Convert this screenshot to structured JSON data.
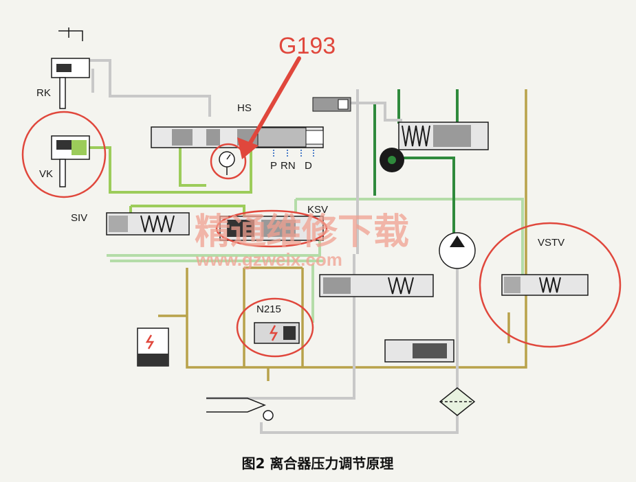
{
  "callout": {
    "label": "G193",
    "color": "#e0473c"
  },
  "labels": {
    "rk": "RK",
    "hs": "HS",
    "vk": "VK",
    "p": "P",
    "rn": "RN",
    "d": "D",
    "siv": "SIV",
    "ksv": "KSV",
    "vstv": "VSTV",
    "n215": "N215"
  },
  "watermark": {
    "text": "精通维修下载",
    "url": "www.gzweix.com"
  },
  "caption": "图2  离合器压力调节原理",
  "colors": {
    "green_line": "#9ccc5a",
    "olive_line": "#b8a24a",
    "pale_green": "#b4dca8",
    "dark_green": "#2f8a3c",
    "grey_line": "#c8c8c8",
    "highlight_circle": "#e0473c"
  }
}
